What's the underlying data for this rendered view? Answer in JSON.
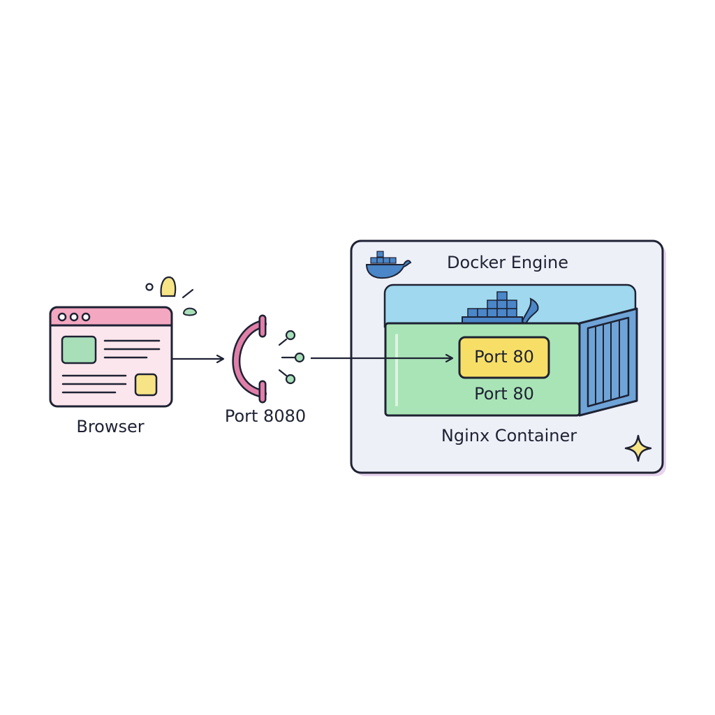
{
  "diagram": {
    "browser_label": "Browser",
    "host_port_label": "Port 8080",
    "engine_label": "Docker Engine",
    "container_port_box": "Port 80",
    "container_port_text": "Port 80",
    "container_label": "Nginx Container"
  },
  "colors": {
    "outline": "#1e2233",
    "browser_header": "#f4a7c0",
    "browser_body": "#fbe6ee",
    "green_block": "#a8dfb9",
    "yellow_block": "#f6e486",
    "engine_bg": "#eef0f8",
    "engine_shadow": "#e6d3ec",
    "sky": "#9fd8ef",
    "container_green": "#a9e4b6",
    "container_end": "#6fa4d8",
    "port_box": "#f7df67",
    "docker_blue": "#4a86c8",
    "port_connector": "#e07fa8"
  },
  "icons": [
    "browser-window-icon",
    "port-connector-icon",
    "docker-whale-icon",
    "shipping-container-icon",
    "sparkle-icon"
  ]
}
